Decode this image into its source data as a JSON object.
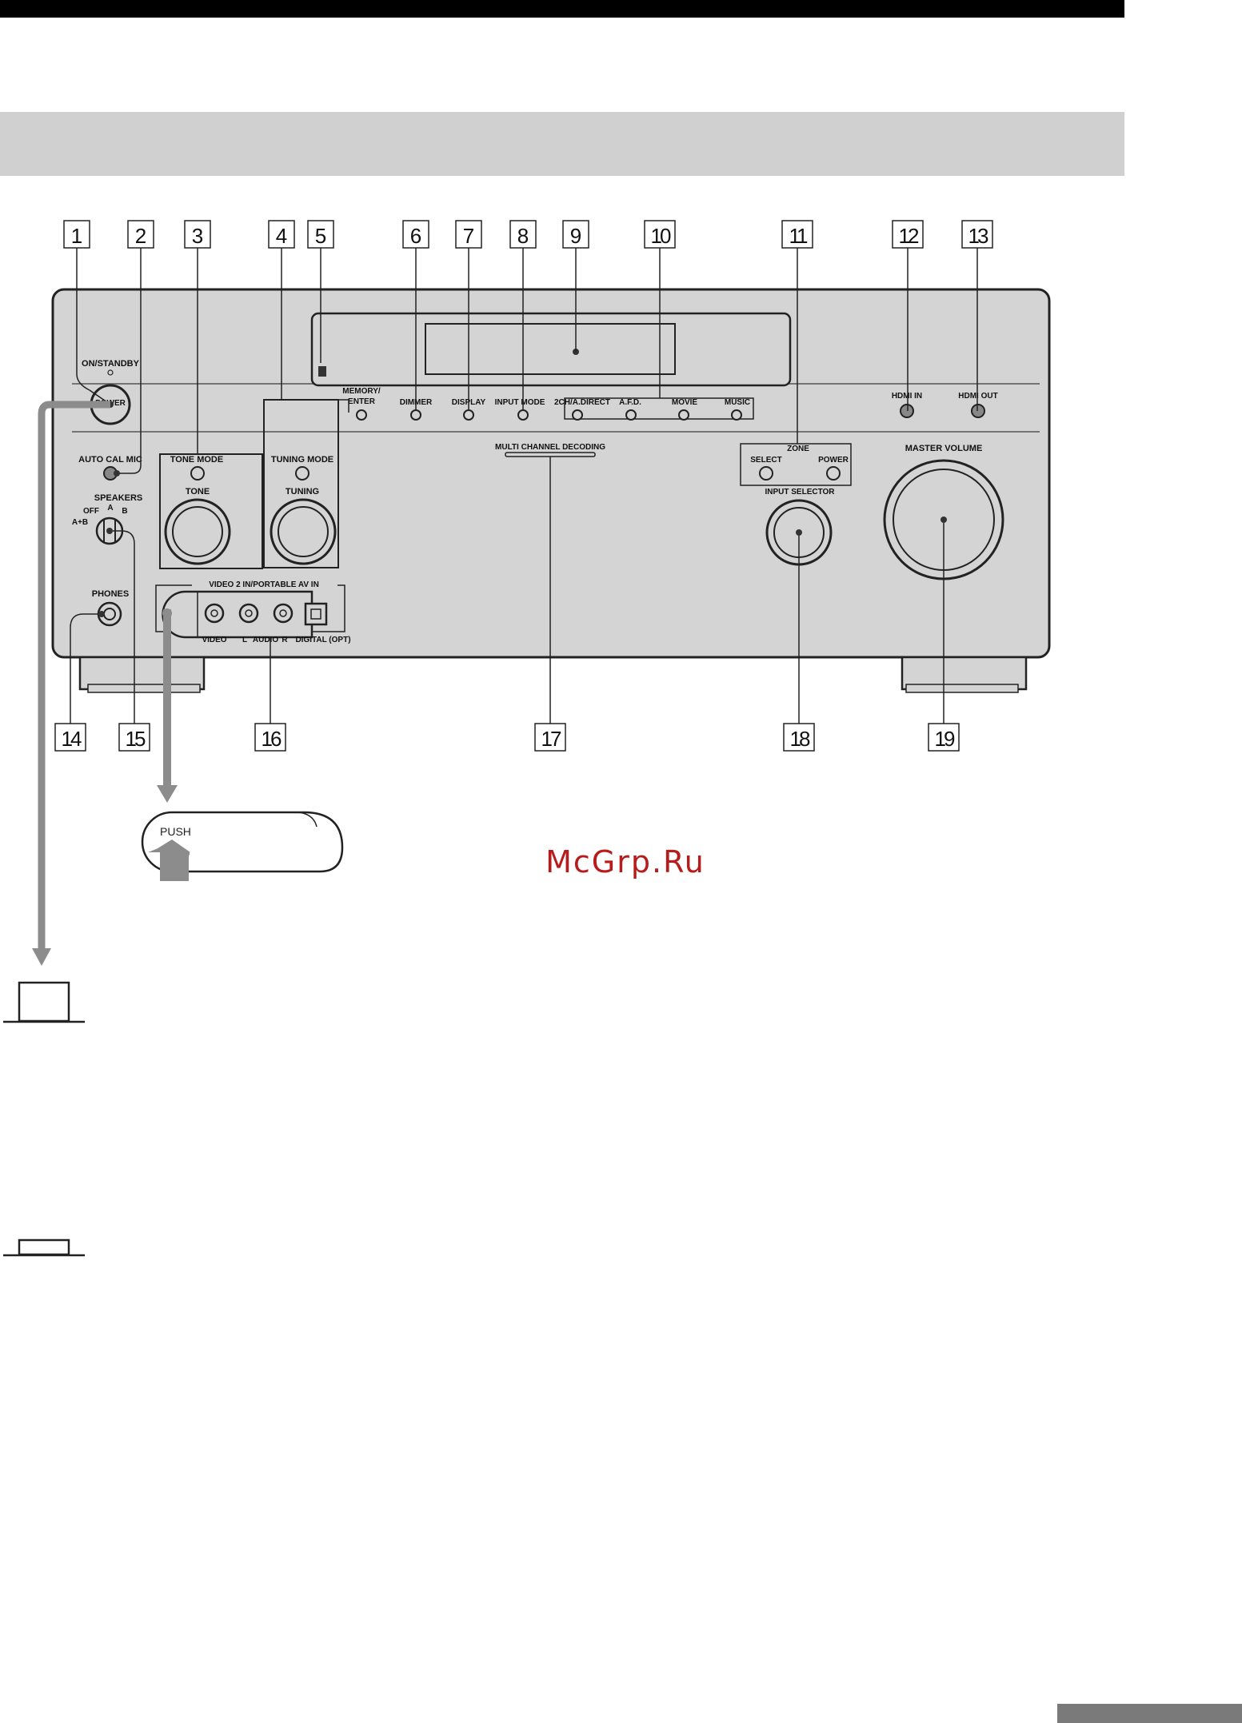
{
  "callouts": [
    "1",
    "2",
    "3",
    "4",
    "5",
    "6",
    "7",
    "8",
    "9",
    "10",
    "11",
    "12",
    "13",
    "14",
    "15",
    "16",
    "17",
    "18",
    "19"
  ],
  "panel": {
    "on_standby": "ON/STANDBY",
    "power": "POWER",
    "auto_cal_mic": "AUTO CAL MIC",
    "speakers": "SPEAKERS",
    "spk_off": "OFF",
    "spk_a": "A",
    "spk_b": "B",
    "spk_ab": "A+B",
    "phones": "PHONES",
    "tone_mode": "TONE MODE",
    "tone": "TONE",
    "tuning_mode": "TUNING MODE",
    "tuning": "TUNING",
    "memory": "MEMORY/",
    "enter": "ENTER",
    "dimmer": "DIMMER",
    "display": "DISPLAY",
    "input_mode": "INPUT MODE",
    "two_ch": "2CH/A.DIRECT",
    "afd": "A.F.D.",
    "movie": "MOVIE",
    "music": "MUSIC",
    "hdmi_in": "HDMI IN",
    "hdmi_out": "HDMI OUT",
    "multi_channel": "MULTI CHANNEL DECODING",
    "zone": "ZONE",
    "select": "SELECT",
    "zone_power": "POWER",
    "input_selector": "INPUT SELECTOR",
    "master_volume": "MASTER VOLUME",
    "video2": "VIDEO 2 IN/PORTABLE AV IN",
    "video": "VIDEO",
    "audio_l": "L",
    "audio": "AUDIO",
    "audio_r": "R",
    "digital_opt": "DIGITAL (OPT)"
  },
  "push_label": "PUSH",
  "watermark": "McGrp.Ru"
}
